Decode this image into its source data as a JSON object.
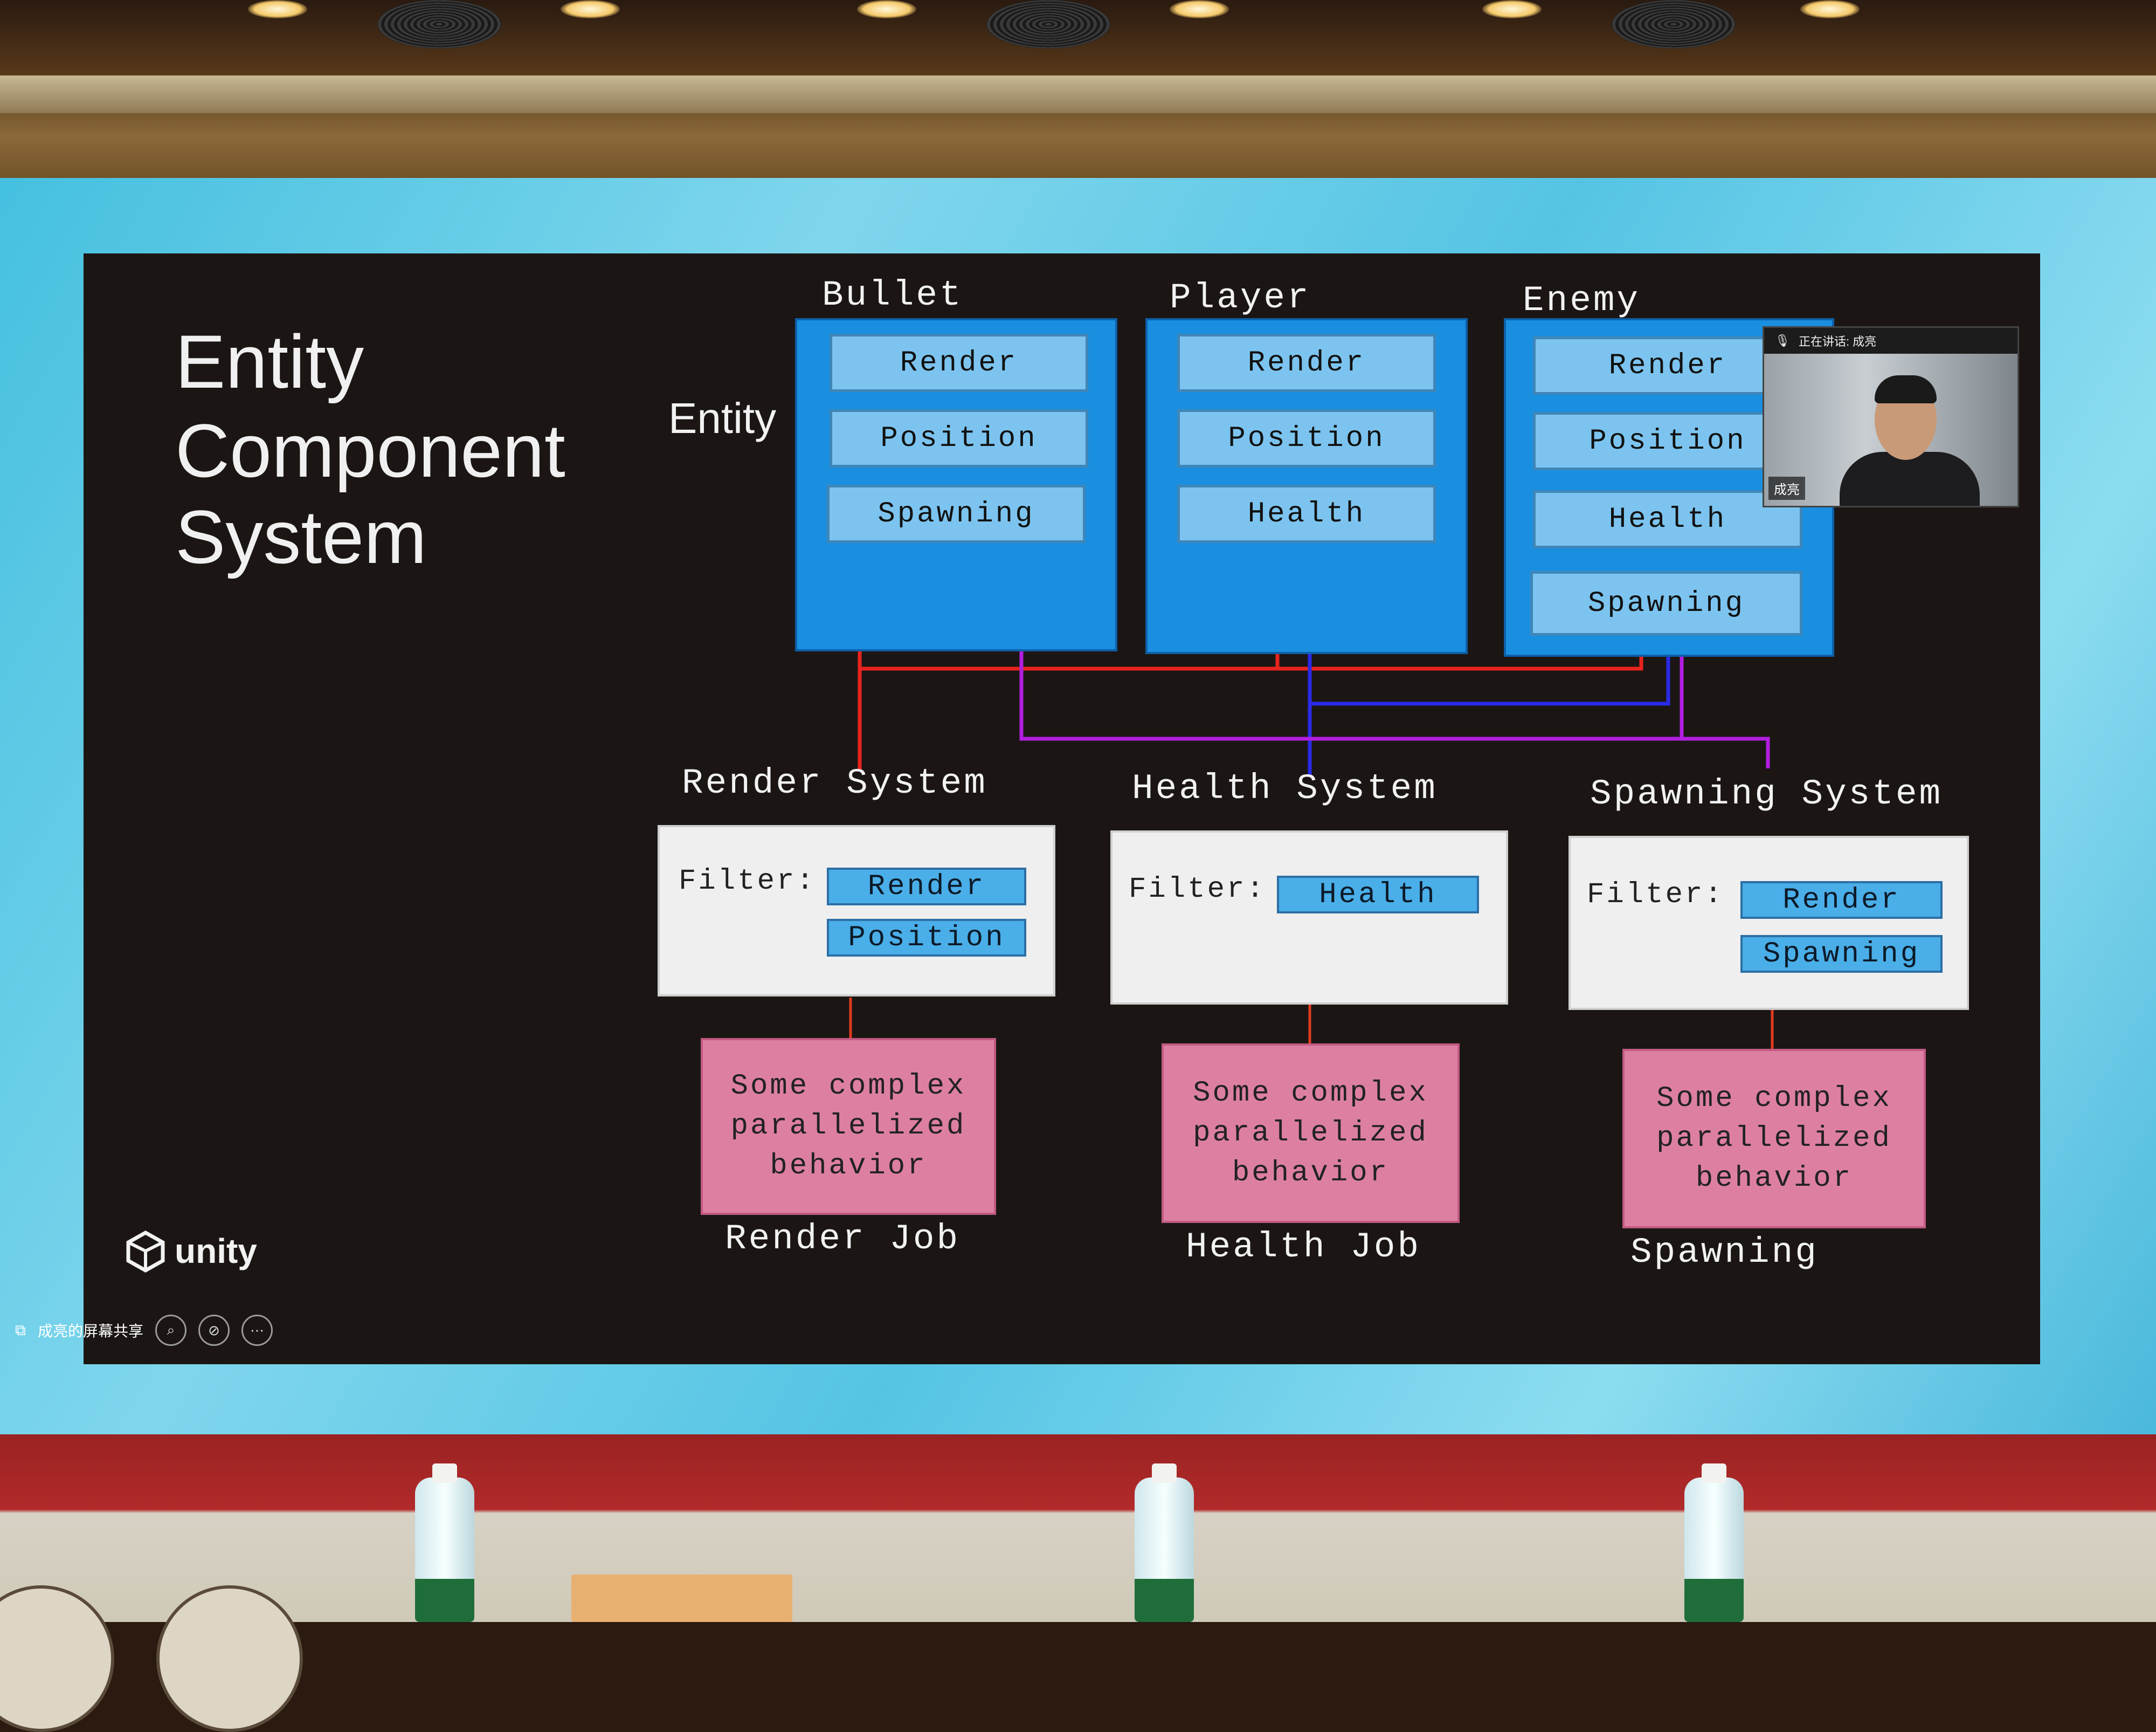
{
  "slide": {
    "title_lines": [
      "Entity",
      "Component",
      "System"
    ],
    "entity_label": "Entity",
    "entities": [
      {
        "name": "Bullet",
        "components": [
          "Render",
          "Position",
          "Spawning"
        ]
      },
      {
        "name": "Player",
        "components": [
          "Render",
          "Position",
          "Health"
        ]
      },
      {
        "name": "Enemy",
        "components": [
          "Render",
          "Position",
          "Health",
          "Spawning"
        ]
      }
    ],
    "systems": [
      {
        "name": "Render System",
        "filter_label": "Filter:",
        "filters": [
          "Render",
          "Position"
        ],
        "job_text": [
          "Some complex",
          "parallelized",
          "behavior"
        ],
        "job_name": "Render Job"
      },
      {
        "name": "Health System",
        "filter_label": "Filter:",
        "filters": [
          "Health"
        ],
        "job_text": [
          "Some complex",
          "parallelized",
          "behavior"
        ],
        "job_name": "Health Job"
      },
      {
        "name": "Spawning System",
        "filter_label": "Filter:",
        "filters": [
          "Render",
          "Spawning"
        ],
        "job_text": [
          "Some complex",
          "parallelized",
          "behavior"
        ],
        "job_name": "Spawning"
      }
    ],
    "brand": "unity",
    "connection_colors": {
      "render": "#e8231e",
      "health": "#2a2ae6",
      "spawning": "#b21ee0",
      "job_arrow": "#e03a1e"
    }
  },
  "webcam": {
    "status_text": "正在讲话: 成亮",
    "name_tag": "成亮"
  },
  "share_toolbar": {
    "label": "成亮的屏幕共享",
    "icons": [
      "zoom-icon",
      "camera-off-icon",
      "more-icon"
    ]
  },
  "colors": {
    "entity_fill": "#1a8fe0",
    "component_fill": "#7cc4ef",
    "filter_chip_fill": "#4aaee8",
    "job_fill": "#dd7fa3",
    "slide_bg": "#1b1614",
    "screen_bg": "#55c4e4"
  }
}
